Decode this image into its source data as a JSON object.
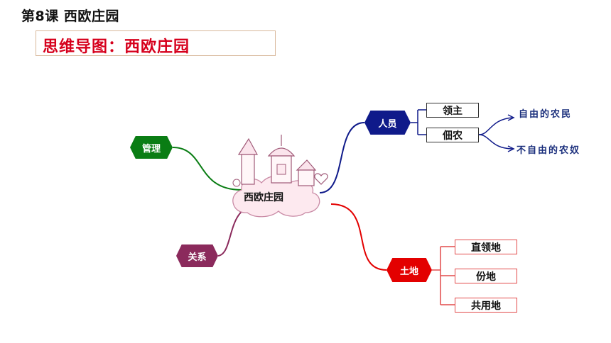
{
  "header": {
    "lesson_title": "第8课 西欧庄园",
    "map_title": "思维导图：西欧庄园"
  },
  "mindmap": {
    "center": "西欧庄园",
    "branches": {
      "management": "管理",
      "relations": "关系",
      "people": "人员",
      "land": "土地"
    },
    "people_items": [
      "领主",
      "佃农"
    ],
    "tenant_items": [
      "自由的农民",
      "不自由的农奴"
    ],
    "land_items": [
      "直领地",
      "份地",
      "共用地"
    ]
  },
  "colors": {
    "management": "#0a7d14",
    "relations": "#8b2a5c",
    "people": "#0f1a8a",
    "land": "#e30000",
    "title_red": "#d6001c"
  }
}
